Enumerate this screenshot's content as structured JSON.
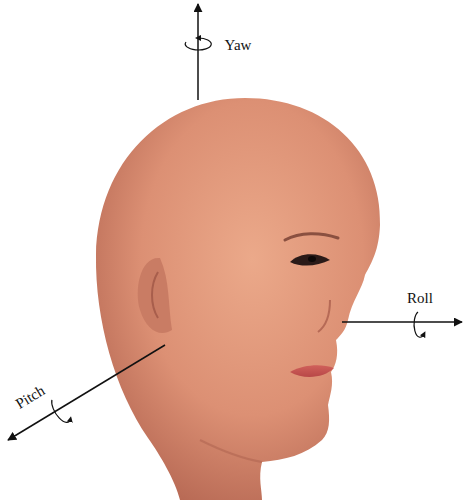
{
  "diagram": {
    "labels": [
      "Yaw",
      "Roll",
      "Pitch"
    ]
  }
}
